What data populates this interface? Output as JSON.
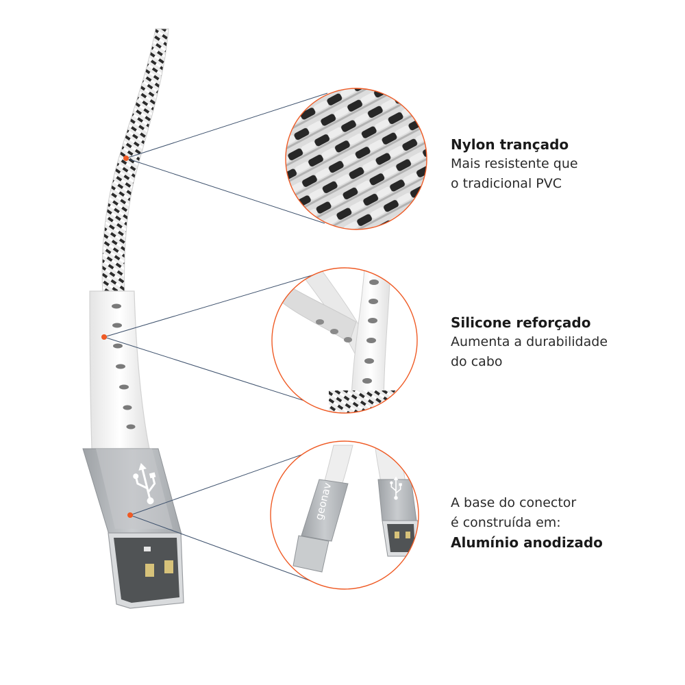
{
  "callouts": [
    {
      "title": "Nylon trançado",
      "lines": [
        "Mais resistente que",
        "o tradicional PVC"
      ]
    },
    {
      "title": "Silicone reforçado",
      "lines": [
        "Aumenta a durabilidade",
        "do cabo"
      ]
    },
    {
      "lines": [
        "A base do conector",
        "é construída em:"
      ],
      "title": "Alumínio anodizado"
    }
  ],
  "brand_logo_text": "geonav",
  "colors": {
    "accent": "#ef5a24",
    "leader_line": "#3b4f6b",
    "braid_dark": "#2b2b2b",
    "braid_light": "#e6e6e6",
    "silicone": "#f2f2f2",
    "aluminium": "#b9bcbf"
  },
  "icons": [
    "usb-trident-icon"
  ]
}
